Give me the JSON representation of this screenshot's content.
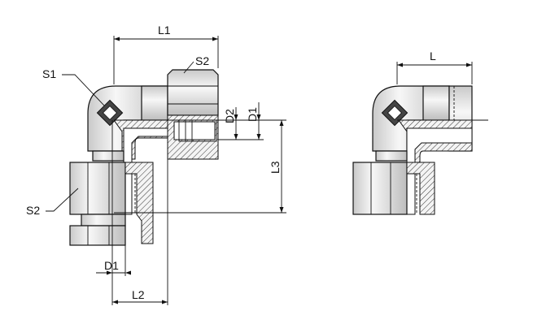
{
  "labels": {
    "L1": "L1",
    "S1": "S1",
    "S2_top": "S2",
    "S2_left": "S2",
    "D2": "D2",
    "D1_right": "D1",
    "L3": "L3",
    "D1_bottom": "D1",
    "L2": "L2",
    "L": "L"
  },
  "colors": {
    "line": "#111111",
    "fill_light": "#f2f2f2",
    "fill_mid": "#dcdcdc",
    "fill_dark": "#bdbdbd"
  }
}
